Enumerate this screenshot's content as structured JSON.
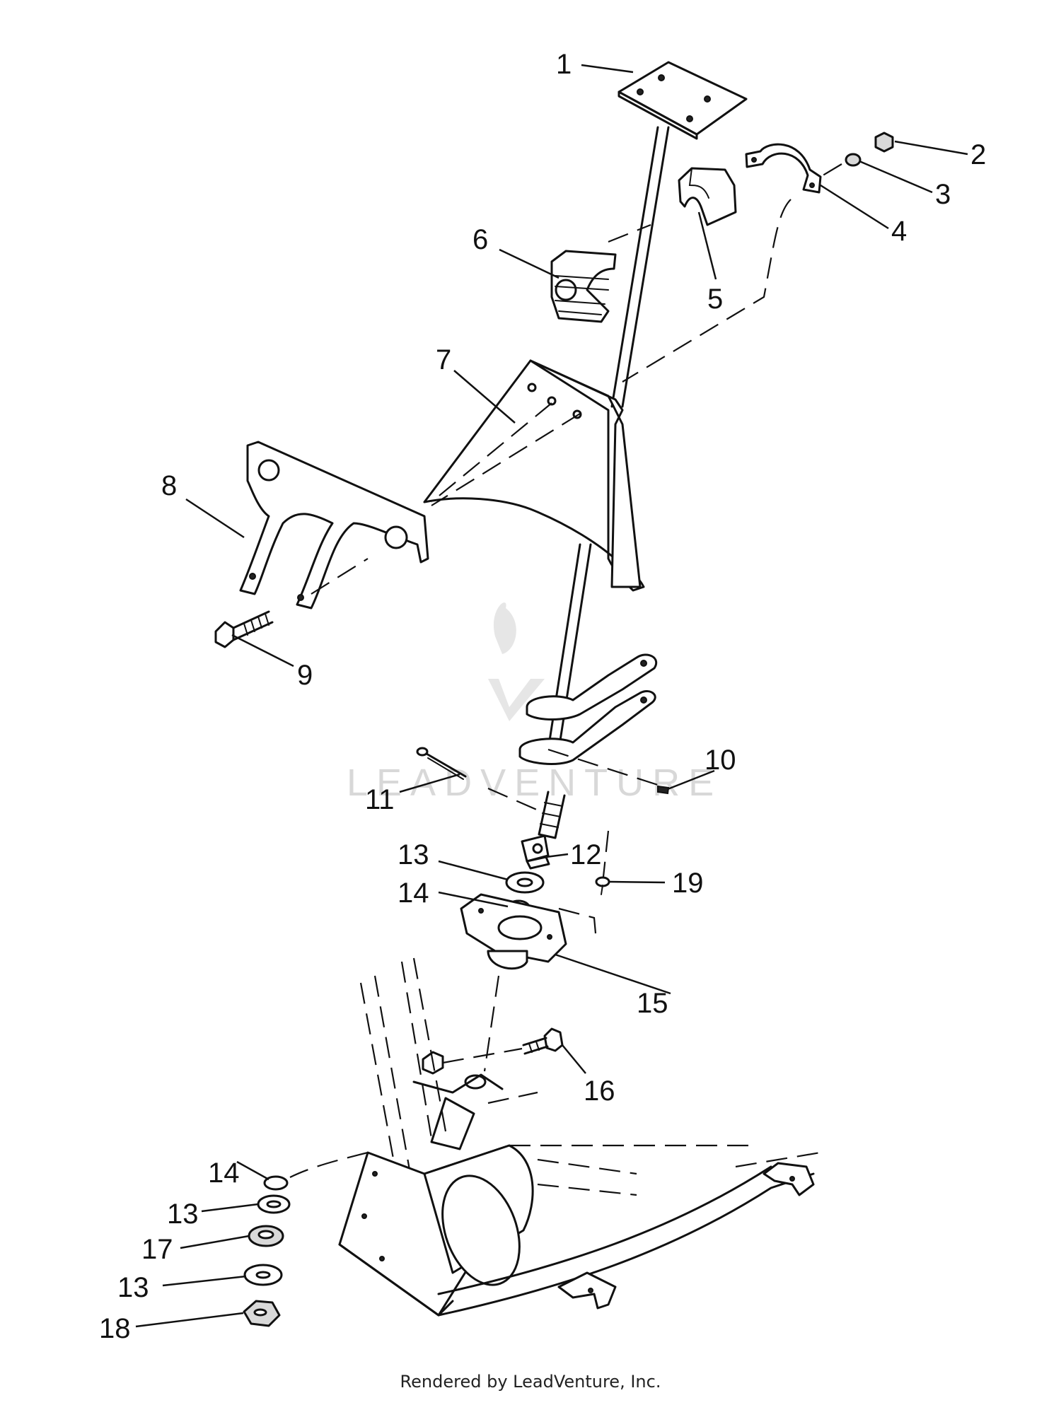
{
  "watermark": "LEADVENTURE",
  "footer": "Rendered by LeadVenture, Inc.",
  "callouts": [
    {
      "id": "1",
      "label": "1"
    },
    {
      "id": "2",
      "label": "2"
    },
    {
      "id": "3",
      "label": "3"
    },
    {
      "id": "4",
      "label": "4"
    },
    {
      "id": "5",
      "label": "5"
    },
    {
      "id": "6",
      "label": "6"
    },
    {
      "id": "7",
      "label": "7"
    },
    {
      "id": "8",
      "label": "8"
    },
    {
      "id": "9",
      "label": "9"
    },
    {
      "id": "10",
      "label": "10"
    },
    {
      "id": "11",
      "label": "11"
    },
    {
      "id": "12",
      "label": "12"
    },
    {
      "id": "13a",
      "label": "13"
    },
    {
      "id": "14a",
      "label": "14"
    },
    {
      "id": "15",
      "label": "15"
    },
    {
      "id": "16",
      "label": "16"
    },
    {
      "id": "19",
      "label": "19"
    },
    {
      "id": "14b",
      "label": "14"
    },
    {
      "id": "13b",
      "label": "13"
    },
    {
      "id": "17",
      "label": "17"
    },
    {
      "id": "13c",
      "label": "13"
    },
    {
      "id": "18",
      "label": "18"
    }
  ]
}
